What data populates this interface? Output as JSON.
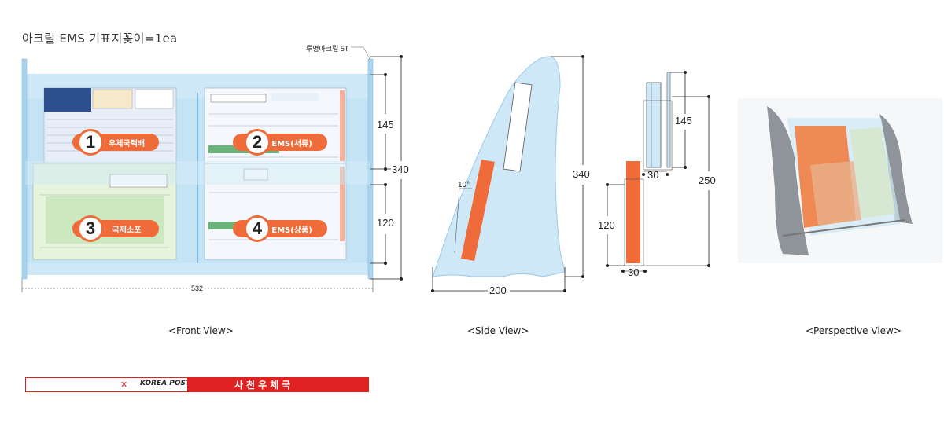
{
  "title": "아크릴 EMS 기표지꽂이=1ea",
  "acrylic_label": "투명아크릴 5T",
  "front": {
    "caption": "<Front View>",
    "width_dim": "532",
    "dim_145": "145",
    "dim_340": "340",
    "dim_120": "120",
    "slots": [
      {
        "num": "1",
        "label": "우체국택배"
      },
      {
        "num": "2",
        "label": "EMS(서류)"
      },
      {
        "num": "3",
        "label": "국제소포"
      },
      {
        "num": "4",
        "label": "EMS(상품)"
      }
    ]
  },
  "side": {
    "caption": "<Side View>",
    "height_dim": "340",
    "base_dim": "200",
    "angle": "10°"
  },
  "section": {
    "dim_145": "145",
    "dim_30_top": "30",
    "dim_250": "250",
    "dim_120": "120",
    "dim_30_bottom": "30"
  },
  "perspective": {
    "caption": "<Perspective View>"
  },
  "footer": {
    "brand": "KOREA POST",
    "office": "사천우체국"
  },
  "colors": {
    "acrylic": "#cde8f7",
    "orange": "#ef6b3a",
    "red": "#e02121"
  }
}
